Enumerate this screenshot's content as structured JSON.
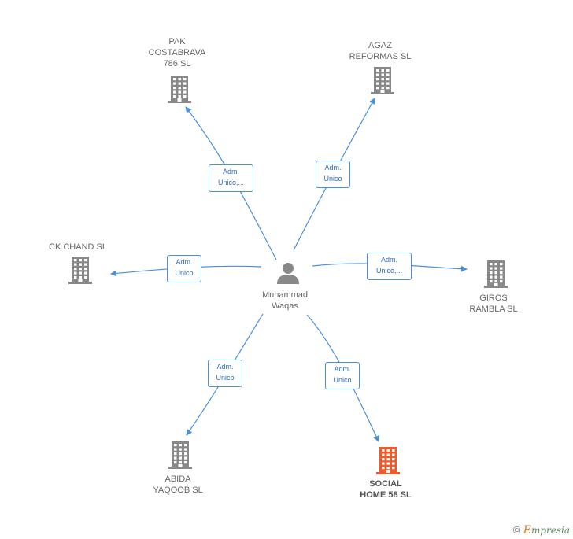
{
  "center": {
    "name": "Muhammad\nWaqas",
    "icon": "person-icon"
  },
  "companies": [
    {
      "id": "pak",
      "label": "PAK\nCOSTABRAVA\n786  SL",
      "icon": "building-icon",
      "color": "#888888"
    },
    {
      "id": "agaz",
      "label": "AGAZ\nREFORMAS  SL",
      "icon": "building-icon",
      "color": "#888888"
    },
    {
      "id": "ck",
      "label": "CK CHAND  SL",
      "icon": "building-icon",
      "color": "#888888"
    },
    {
      "id": "giros",
      "label": "GIROS\nRAMBLA  SL",
      "icon": "building-icon",
      "color": "#888888"
    },
    {
      "id": "abida",
      "label": "ABIDA\nYAQOOB SL",
      "icon": "building-icon",
      "color": "#888888"
    },
    {
      "id": "social",
      "label": "SOCIAL\nHOME 58  SL",
      "icon": "building-icon",
      "color": "#f05a28",
      "highlighted": true
    }
  ],
  "relations": [
    {
      "to": "pak",
      "label": "Adm.\nUnico,..."
    },
    {
      "to": "agaz",
      "label": "Adm.\nUnico"
    },
    {
      "to": "ck",
      "label": "Adm.\nUnico"
    },
    {
      "to": "giros",
      "label": "Adm.\nUnico,..."
    },
    {
      "to": "abida",
      "label": "Adm.\nUnico"
    },
    {
      "to": "social",
      "label": "Adm.\nUnico"
    }
  ],
  "colors": {
    "edge": "#4a90d9",
    "node": "#888888",
    "highlight": "#f05a28"
  },
  "credit": {
    "symbol": "©",
    "brand_initial": "E",
    "brand_rest": "mpresia"
  }
}
